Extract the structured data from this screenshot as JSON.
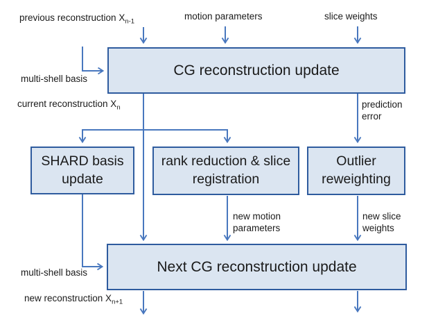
{
  "diagram": {
    "nodes": {
      "cg_update": {
        "label": "CG reconstruction update"
      },
      "shard_basis_update": {
        "label": "SHARD basis update"
      },
      "rank_reduction": {
        "label": "rank reduction & slice registration"
      },
      "outlier_reweighting": {
        "label": "Outlier reweighting"
      },
      "next_cg_update": {
        "label": "Next CG reconstruction update"
      }
    },
    "labels": {
      "previous_reconstruction": {
        "text": "previous reconstruction X",
        "sub": "n-1"
      },
      "motion_parameters": {
        "text": "motion parameters"
      },
      "slice_weights": {
        "text": "slice weights"
      },
      "multi_shell_basis_top": {
        "text": "multi-shell basis"
      },
      "current_reconstruction": {
        "text": "current reconstruction X",
        "sub": "n"
      },
      "prediction_error": {
        "text": "prediction error"
      },
      "new_motion_parameters": {
        "text": "new motion parameters"
      },
      "new_slice_weights": {
        "text": "new slice weights"
      },
      "multi_shell_basis_bottom": {
        "text": "multi-shell basis"
      },
      "new_reconstruction": {
        "text": "new reconstruction X",
        "sub": "n+1"
      }
    },
    "colors": {
      "box_fill": "#dbe5f1",
      "box_border": "#2e5b9e",
      "arrow": "#4877be",
      "text": "#1a1a1a"
    }
  }
}
